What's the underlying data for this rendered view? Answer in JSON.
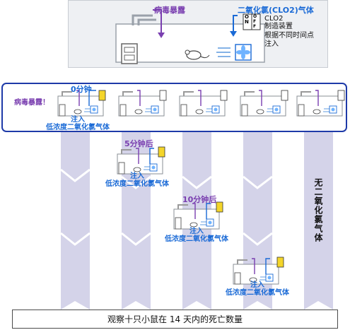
{
  "top_panel": {
    "virus_exposure_label": "病毒暴露",
    "clo2_gas_label": "二氧化氯(CLO2)气体",
    "switch_on": "O\nN",
    "switch_off": "O\nF\nF",
    "device_line1": "CLO2",
    "device_line2": "制造装置",
    "note_line1": "根据不同时间点",
    "note_line2": "注入"
  },
  "exposure_row": {
    "virus_exposure_label": "病毒暴露！",
    "time_label": "0分钟",
    "inject_label": "注入",
    "low_conc_label": "低浓度二氧化氯气体",
    "switch_on": "ON",
    "switch_off": "OFF"
  },
  "stage_5": {
    "time_label": "5分钟后",
    "inject_label": "注入",
    "low_conc_label": "低浓度二氧化氯气体",
    "switch_on": "ON"
  },
  "stage_10": {
    "time_label": "10分钟后",
    "inject_label": "注入",
    "low_conc_label": "低浓度二氧化氯气体",
    "switch_on": "ON"
  },
  "stage_15": {
    "inject_label": "注入",
    "low_conc_label": "低浓度二氧化氯气体",
    "switch_on": "ON"
  },
  "control_label": "无二氧化氯气体",
  "bottom_label": "观察十只小鼠在 14 天内的死亡数量",
  "colors": {
    "purple": "#7a3fb0",
    "blue": "#1a6ad6",
    "navy_border": "#1e3aa8",
    "arrow_fill": "#d4d3e9",
    "switch_yellow": "#f4d52a"
  }
}
